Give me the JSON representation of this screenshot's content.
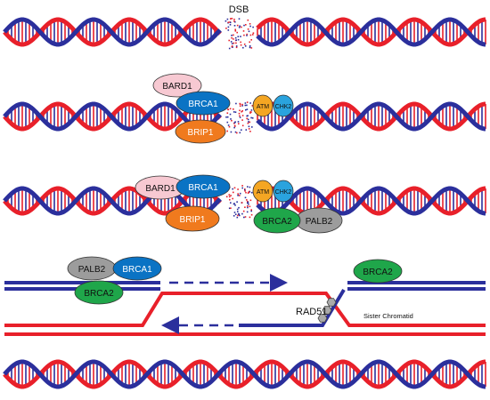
{
  "labels": {
    "dsb": "DSB",
    "bard1": "BARD1",
    "brca1": "BRCA1",
    "brip1": "BRIP1",
    "atm": "ATM",
    "chk2": "CHK2",
    "brca2": "BRCA2",
    "palb2": "PALB2",
    "rad51": "RAD51",
    "sister_chromatid": "Sister Chromatid"
  },
  "colors": {
    "strand_red": "#e8202a",
    "strand_blue": "#2b2f9c",
    "bard1": "#f7c9d2",
    "brca1": "#0a73c4",
    "brip1": "#f07a1e",
    "atm": "#f4a623",
    "chk2": "#2aa3de",
    "brca2": "#1fa64a",
    "palb2": "#9c9c9c",
    "rad51": "#aaaaaa"
  },
  "icons": [
    "dna-helix-icon",
    "dsb-break-icon",
    "hexagon-rad51-icon",
    "dashed-arrow-right-icon",
    "dashed-arrow-left-icon"
  ]
}
